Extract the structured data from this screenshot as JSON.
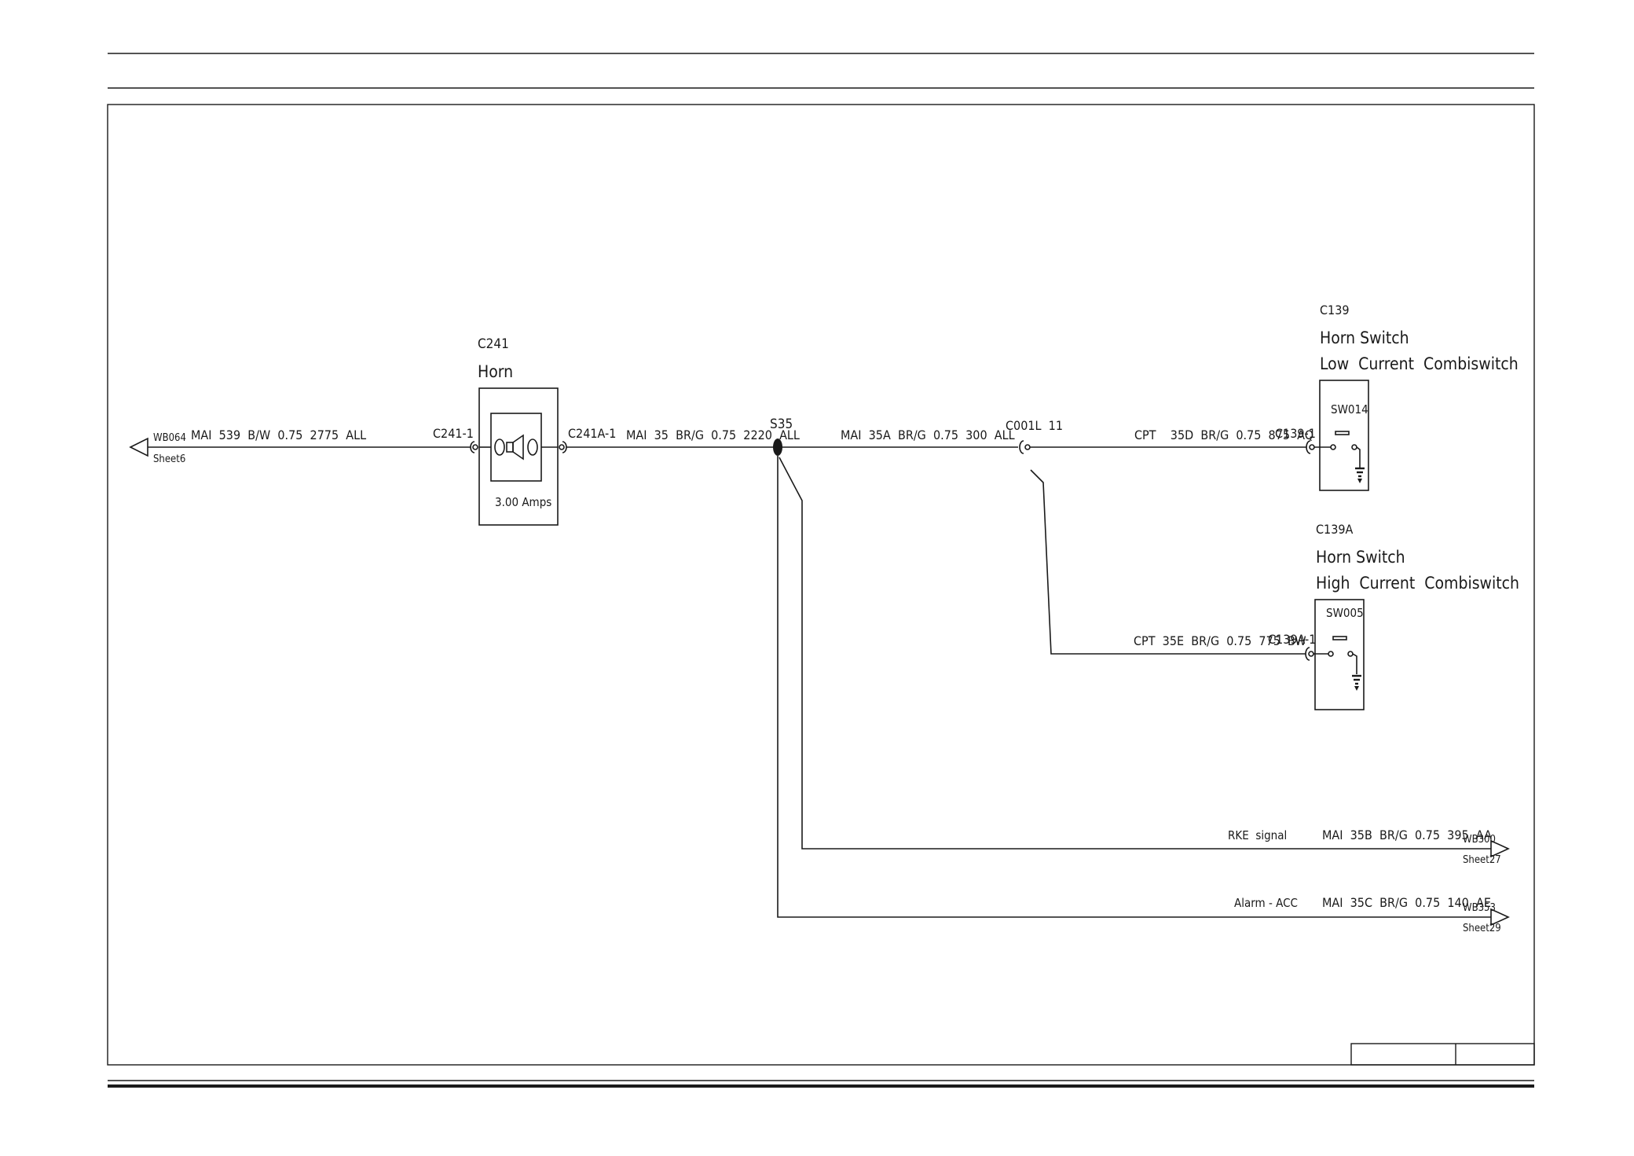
{
  "left_offsheet": {
    "ref": "WB064",
    "sheet": "Sheet6"
  },
  "wires": {
    "w539": "MAI  539  B/W  0.75  2775  ALL",
    "w35": "MAI  35  BR/G  0.75  2220  ALL",
    "w35a": "MAI  35A  BR/G  0.75  300  ALL",
    "w35d": "CPT    35D  BR/G  0.75  875  AQ",
    "w35e": "CPT  35E  BR/G  0.75  775  BW",
    "w35b": "MAI  35B  BR/G  0.75  395  AA",
    "w35c": "MAI  35C  BR/G  0.75  140  AE"
  },
  "horn": {
    "id": "C241",
    "name": "Horn",
    "pin_in": "C241-1",
    "pin_out": "C241A-1",
    "rating": "3.00 Amps"
  },
  "splice": {
    "id": "S35"
  },
  "inline_connector": {
    "id": "C001L  11"
  },
  "switch_low": {
    "id": "C139",
    "name": "Horn Switch",
    "desc": "Low  Current  Combiswitch",
    "pin": "C139-1",
    "code": "SW014"
  },
  "switch_high": {
    "id": "C139A",
    "name": "Horn Switch",
    "desc": "High  Current  Combiswitch",
    "pin": "C139A-1",
    "code": "SW005"
  },
  "branches": {
    "rke_label": "RKE  signal",
    "alarm_label": "Alarm - ACC",
    "rke_ref": "WB300",
    "rke_sheet": "Sheet27",
    "alarm_ref": "WB353",
    "alarm_sheet": "Sheet29"
  }
}
